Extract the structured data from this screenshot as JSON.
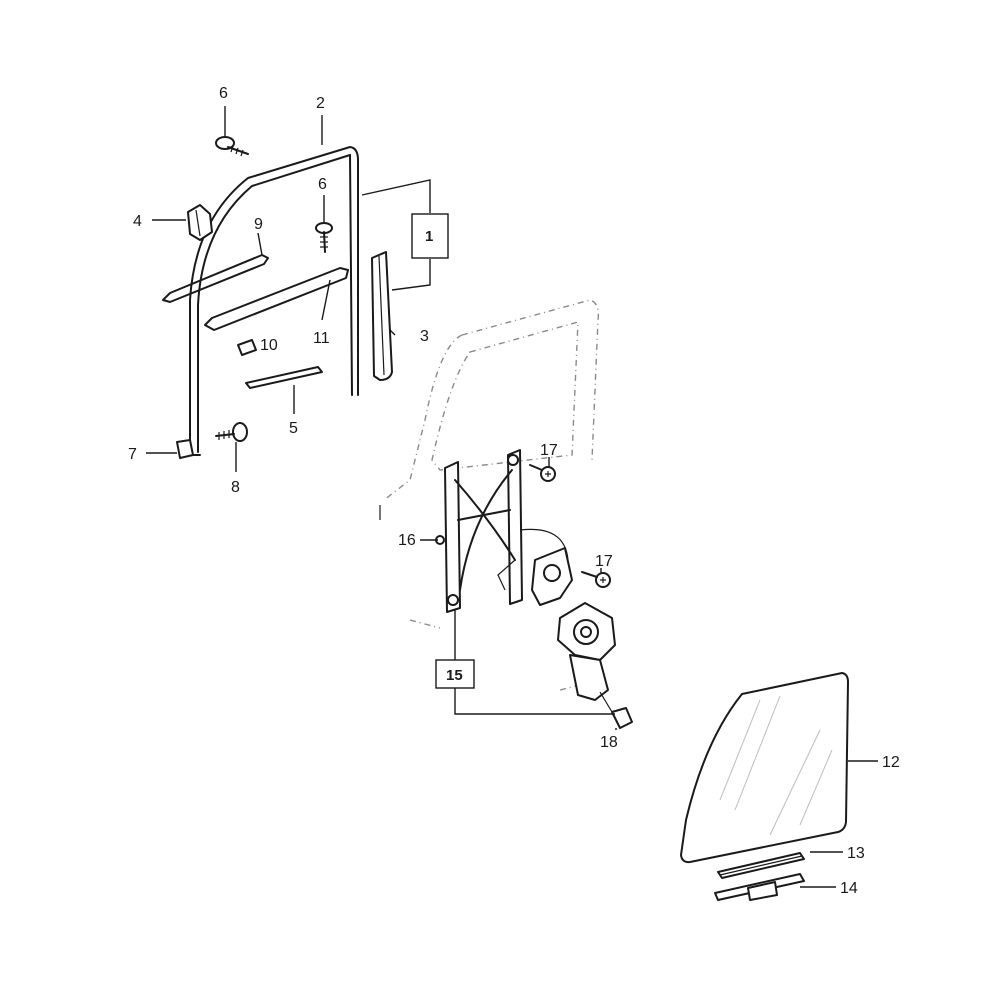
{
  "callouts": {
    "c1": "1",
    "c2": "2",
    "c3": "3",
    "c4": "4",
    "c5": "5",
    "c6a": "6",
    "c6b": "6",
    "c7": "7",
    "c8": "8",
    "c9": "9",
    "c10": "10",
    "c11": "11",
    "c12": "12",
    "c13": "13",
    "c14": "14",
    "c15": "15",
    "c16": "16",
    "c17a": "17",
    "c17b": "17",
    "c18": "18"
  },
  "colors": {
    "line": "#1a1a1a",
    "door_outline": "#8a8a8a",
    "background": "#ffffff"
  }
}
